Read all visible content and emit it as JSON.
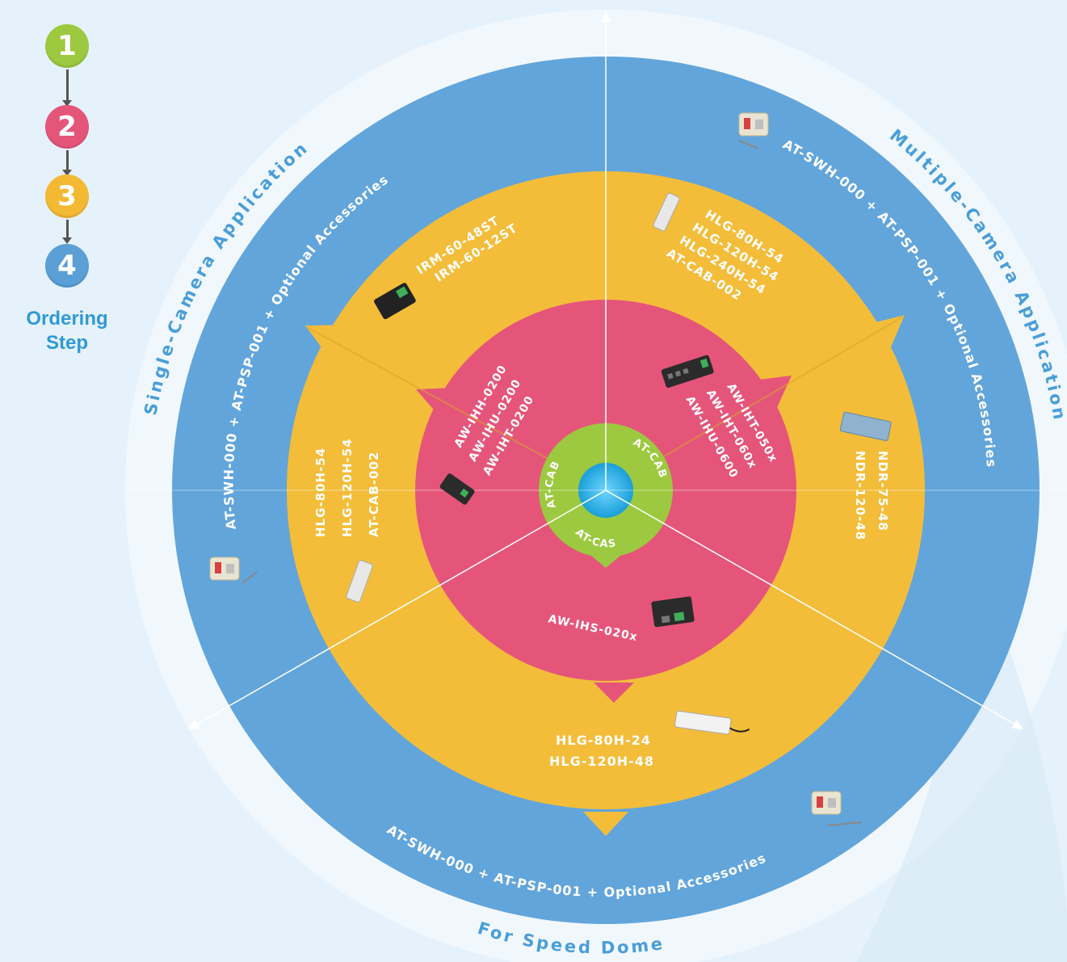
{
  "legend": {
    "steps": [
      {
        "num": "1",
        "color": "#9cc93f"
      },
      {
        "num": "2",
        "color": "#e5557a"
      },
      {
        "num": "3",
        "color": "#f3b932"
      },
      {
        "num": "4",
        "color": "#5a9fd6"
      }
    ],
    "caption_line1": "Ordering",
    "caption_line2": "Step"
  },
  "colors": {
    "green": "#9cc93f",
    "pink": "#e5557a",
    "yellow": "#f3bd3a",
    "blue": "#62a5db",
    "outer": "#f1f8fd",
    "title": "#4a9ed8"
  },
  "ring_titles": {
    "single": "Single-Camera Application",
    "multiple": "Multiple-Camera Application",
    "dome": "For Speed Dome"
  },
  "blue_labels": {
    "left": "AT-SWH-000 + AT-PSP-001 + Optional Accessories",
    "right": "AT-SWH-000 + AT-PSP-001 + Optional Accessories",
    "bottom": "AT-SWH-000 + AT-PSP-001 + Optional Accessories"
  },
  "yellow_labels": {
    "top_left": [
      "IRM-60-48ST",
      "IRM-60-12ST"
    ],
    "top_right": [
      "HLG-80H-54",
      "HLG-120H-54",
      "HLG-240H-54",
      "AT-CAB-002"
    ],
    "left": [
      "HLG-80H-54",
      "HLG-120H-54",
      "AT-CAB-002"
    ],
    "right": [
      "NDR-75-48",
      "NDR-120-48"
    ],
    "bottom": [
      "HLG-80H-24",
      "HLG-120H-48"
    ]
  },
  "pink_labels": {
    "left": [
      "AW-IHH-0200",
      "AW-IHU-0200",
      "AW-IHT-0200"
    ],
    "right": [
      "AW-IHT-050x",
      "AW-IHT-060x",
      "AW-IHU-0600"
    ],
    "bottom": "AW-IHS-020x"
  },
  "green_labels": {
    "left": "AT-CAB",
    "right": "AT-CAB",
    "bottom": "AT-CAS"
  }
}
